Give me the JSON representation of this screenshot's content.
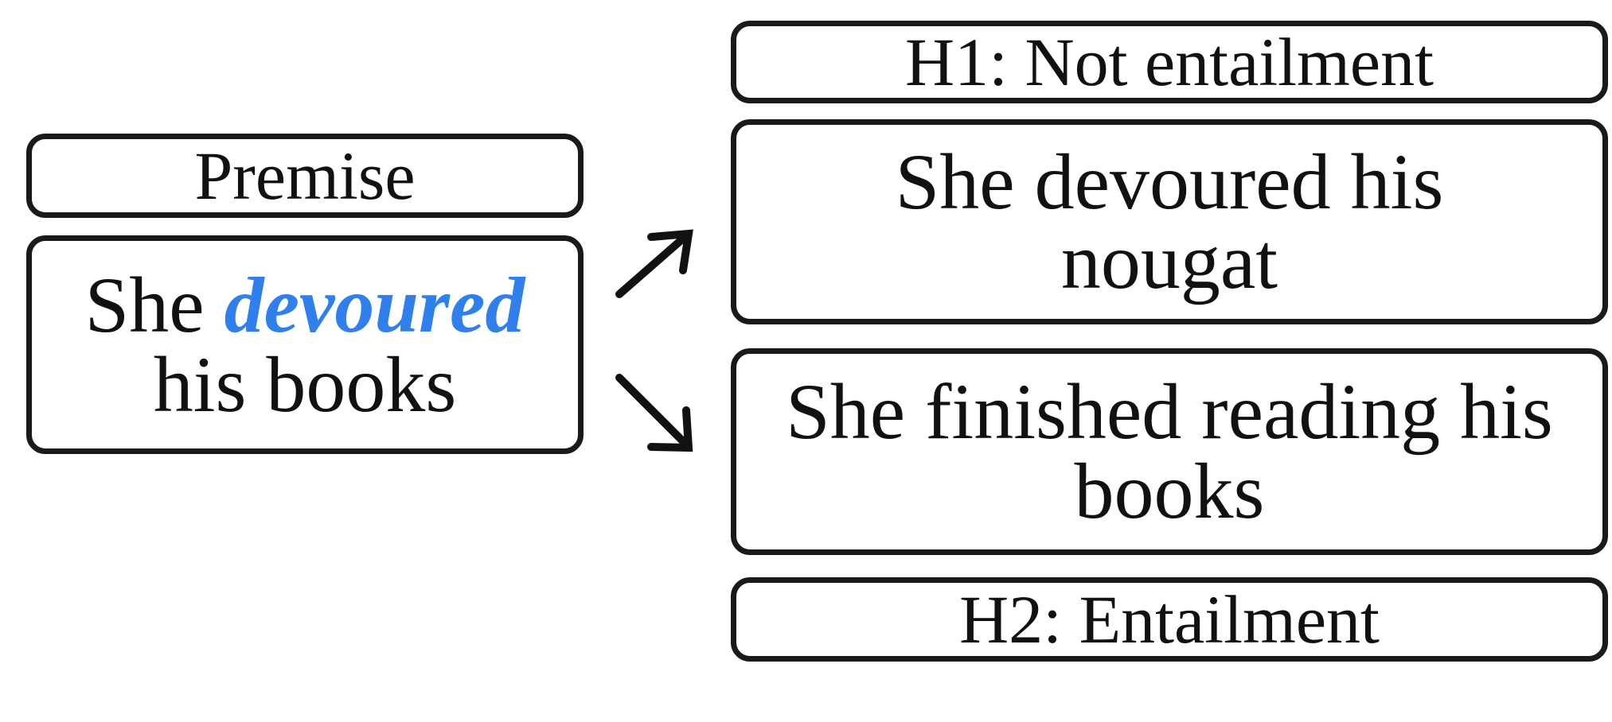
{
  "premise": {
    "label": "Premise",
    "text_before": "She ",
    "highlight": "devoured",
    "text_after": "his books",
    "highlight_color": "#2f80ed"
  },
  "hypothesis_1": {
    "label": "H1: Not entailment",
    "text": "She devoured his nougat"
  },
  "hypothesis_2": {
    "label": "H2: Entailment",
    "text": "She finished reading his books"
  }
}
